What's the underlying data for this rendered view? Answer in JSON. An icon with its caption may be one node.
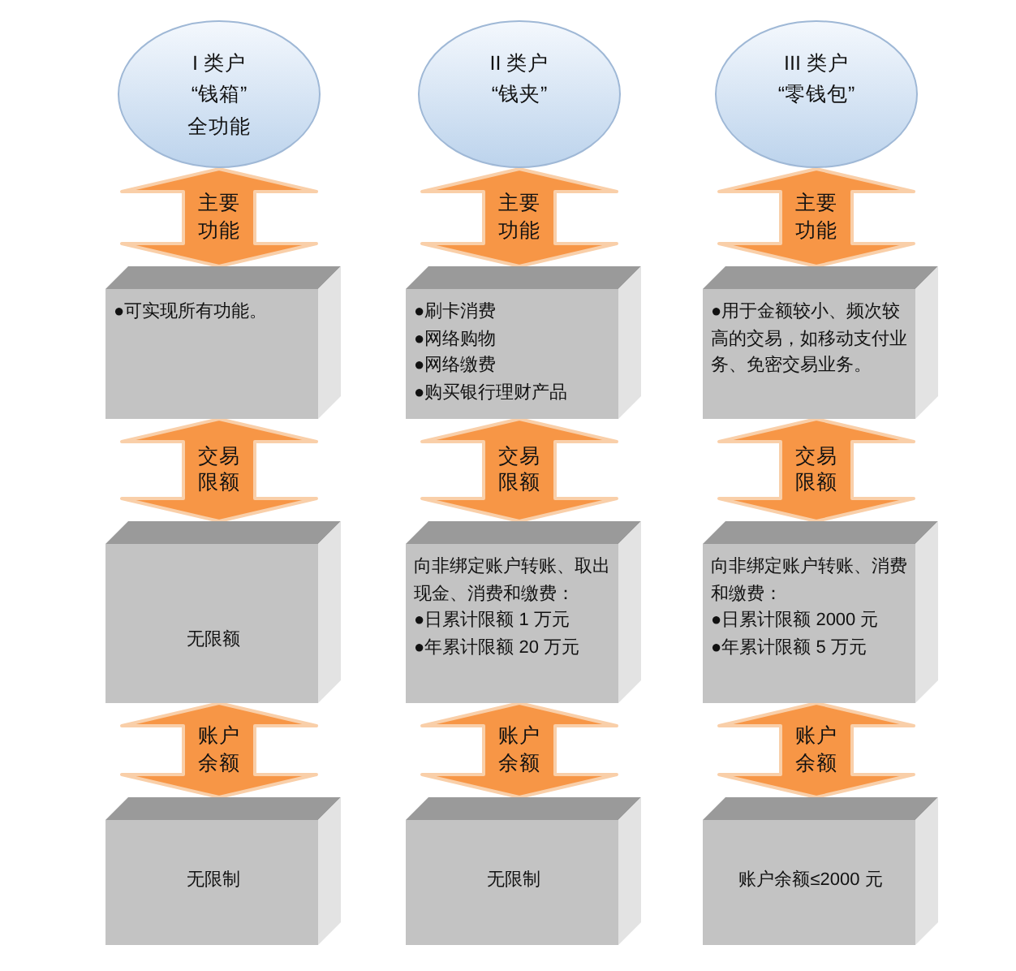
{
  "diagram": {
    "nodes": [
      {
        "text": [
          "I 类户",
          "“钱箱”",
          "全功能"
        ]
      },
      {
        "text": [
          "II 类户",
          "“钱夹”"
        ]
      },
      {
        "text": [
          "III 类户",
          "“零钱包”"
        ]
      },
      {
        "text": [
          "●可实现所有功能。"
        ]
      },
      {
        "text": [
          "●刷卡消费",
          "●网络购物",
          "●网络缴费",
          "●购买银行理财产品"
        ]
      },
      {
        "text": [
          "●用于金额较小、频次较高的交易，如移动支付业务、免密交易业务。"
        ]
      },
      {
        "text": [
          "无限额"
        ]
      },
      {
        "text": [
          "向非绑定账户转账、取出现金、消费和缴费：",
          "●日累计限额 1 万元",
          "●年累计限额 20 万元"
        ]
      },
      {
        "text": [
          "向非绑定账户转账、消费和缴费：",
          "●日累计限额 2000 元",
          "●年累计限额 5 万元"
        ]
      },
      {
        "text": [
          "无限制"
        ]
      },
      {
        "text": [
          "无限制"
        ]
      },
      {
        "text": [
          "账户余额≤2000 元"
        ]
      }
    ],
    "edges": [
      {
        "from": 0,
        "to": 3,
        "arrow": "both",
        "label": "主要功能"
      },
      {
        "from": 1,
        "to": 4,
        "arrow": "both",
        "label": "主要功能"
      },
      {
        "from": 2,
        "to": 5,
        "arrow": "both",
        "label": "主要功能"
      },
      {
        "from": 3,
        "to": 6,
        "arrow": "both",
        "label": "交易限额"
      },
      {
        "from": 4,
        "to": 7,
        "arrow": "both",
        "label": "交易限额"
      },
      {
        "from": 5,
        "to": 8,
        "arrow": "both",
        "label": "交易限额"
      },
      {
        "from": 6,
        "to": 9,
        "arrow": "both",
        "label": "账户余额"
      },
      {
        "from": 7,
        "to": 10,
        "arrow": "both",
        "label": "账户余额"
      },
      {
        "from": 8,
        "to": 11,
        "arrow": "both",
        "label": "账户余额"
      }
    ]
  }
}
